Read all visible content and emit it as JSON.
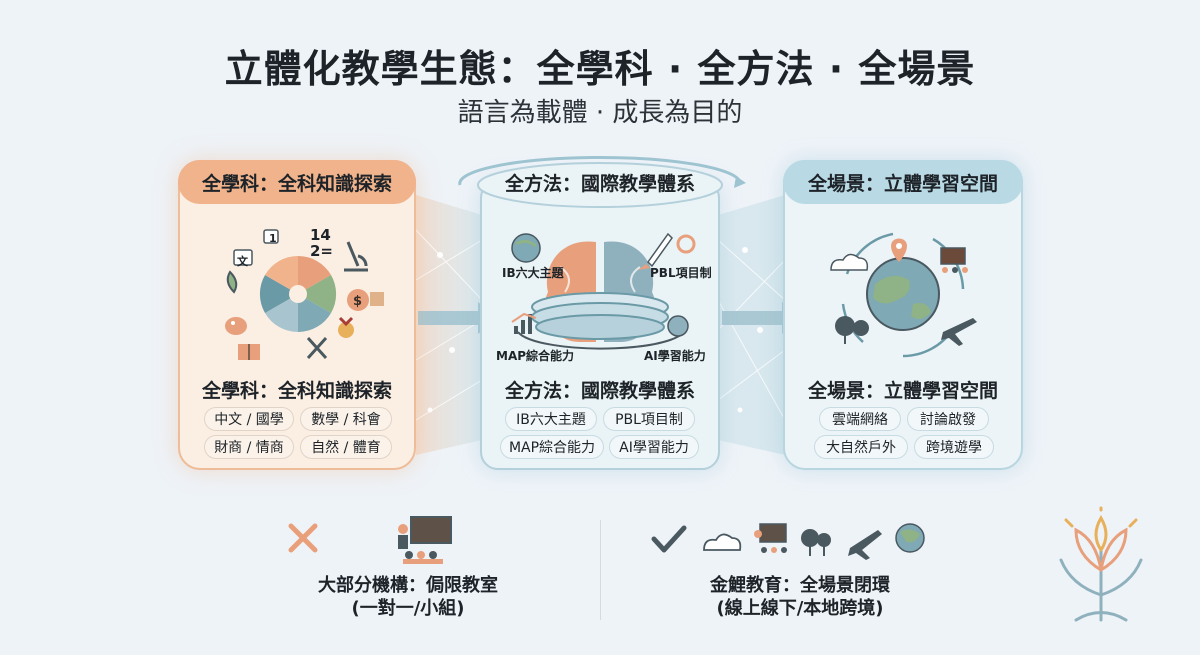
{
  "title": "立體化教學生態：全學科 · 全方法 · 全場景",
  "subtitle": "語言為載體 · 成長為目的",
  "panels": {
    "left": {
      "cap": "全學科：全科知識探索",
      "heading": "全學科：全科知識探索",
      "chips": [
        "中文 / 國學",
        "數學 / 科會",
        "財商 / 情商",
        "自然 / 體育"
      ],
      "icon_labels": [
        "文",
        "1",
        "14",
        "2="
      ]
    },
    "mid": {
      "cap": "全方法：國際教學體系",
      "heading": "全方法：國際教學體系",
      "chips": [
        "IB六大主題",
        "PBL項目制",
        "MAP綜合能力",
        "AI學習能力"
      ],
      "icon_labels": [
        "IB六大主題",
        "PBL項目制",
        "MAP綜合能力",
        "AI學習能力"
      ]
    },
    "right": {
      "cap": "全場景：立體學習空間",
      "heading": "全場景：立體學習空間",
      "chips": [
        "雲端網絡",
        "討論啟發",
        "大自然戶外",
        "跨境遊學"
      ]
    }
  },
  "comparison": {
    "left": {
      "line1": "大部分機構：侷限教室",
      "line2": "(一對一/小組)"
    },
    "right": {
      "line1": "金鯉教育：全場景閉環",
      "line2": "(線上線下/本地跨境)"
    }
  },
  "colors": {
    "orange": "#f0b38b",
    "blue": "#b9dae4",
    "teal": "#6b9aa7",
    "cross": "#e9a07a",
    "check": "#4a5860"
  }
}
